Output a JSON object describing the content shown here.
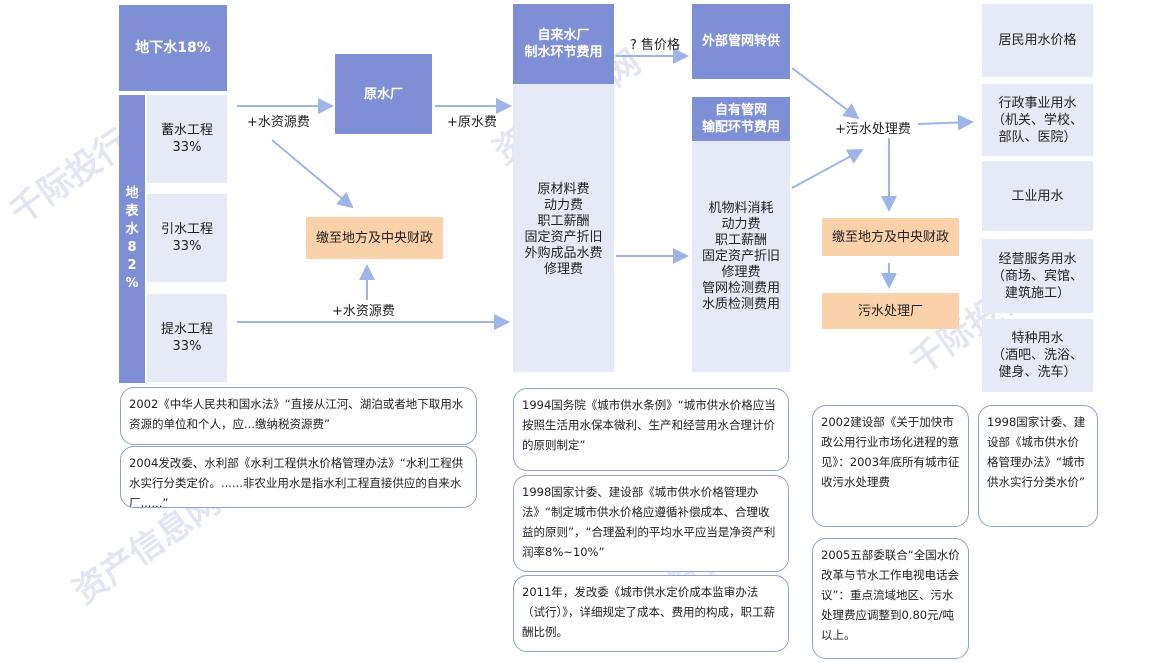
{
  "sources": {
    "groundwater": "地下水18%",
    "surface": "地\n表\n水\n8\n2\n%",
    "storage": "蓄水工程\n33%",
    "diversion": "引水工程\n33%",
    "lifting": "提水工程\n33%"
  },
  "raw_plant": "原水厂",
  "water_plant": "自来水厂\n制水环节费用",
  "external_grid": "外部管网转供",
  "own_grid": "自有管网\n输配环节费用",
  "water_plant_costs": "原材料费\n动力费\n职工薪酬\n固定资产折旧\n外购成品水费\n修理费",
  "grid_costs": "机物料消耗\n动力费\n职工薪酬\n固定资产折旧\n修理费\n管网检测费用\n水质检测费用",
  "fiscal_1": "缴至地方及中央财政",
  "fiscal_2": "缴至地方及中央财政",
  "sewage_plant": "污水处理厂",
  "labels": {
    "resource_fee_1": "+水资源费",
    "resource_fee_2": "+水资源费",
    "raw_water_fee": "+原水费",
    "sale_price": "? 售价格",
    "sewage_fee": "+污水处理费"
  },
  "user_types": [
    "居民用水价格",
    "行政事业用水\n（机关、学校、\n部队、医院）",
    "工业用水",
    "经营服务用水\n（商场、宾馆、\n建筑施工）",
    "特种用水\n（酒吧、洗浴、\n健身、洗车）"
  ],
  "notes": {
    "law2002": "2002《中华人民共和国水法》“直接从江河、湖泊或者地下取用水资源的单位和个人，应...缴纳税资源费”",
    "rule2004": "2004发改委、水利部《水利工程供水价格管理办法》“水利工程供水实行分类定价。......非农业用水是指水利工程直接供应的自来水厂......”",
    "rule1994": "1994国务院《城市供水条例》“城市供水价格应当按照生活用水保本微利、生产和经营用水合理计价的原则制定”",
    "rule1998a": "1998国家计委、建设部《城市供水价格管理办法》“制定城市供水价格应遵循补偿成本、合理收益的原则”，“合理盈利的平均水平应当是净资产利润率8%~10%”",
    "rule2011": "2011年，发改委《城市供水定价成本监审办法（试行）》，详细规定了成本、费用的构成，职工薪酬比例。",
    "rule2002": "2002建设部《关于加快市政公用行业市场化进程的意见》：2003年底所有城市征收污水处理费",
    "rule2005": "2005五部委联合“全国水价改革与节水工作电视电话会议”：重点流域地区、污水处理费应调整到0.80元/吨以上。",
    "rule1998b": "1998国家计委、建设部《城市供水价格管理办法》“城市供水实行分类水价”"
  },
  "colors": {
    "dark_box": "#7f8fd6",
    "light_box": "#e6e9f6",
    "orange_box": "#fbd1a9",
    "arrow": "#9fb4e6",
    "note_border": "#8fa0d8"
  }
}
